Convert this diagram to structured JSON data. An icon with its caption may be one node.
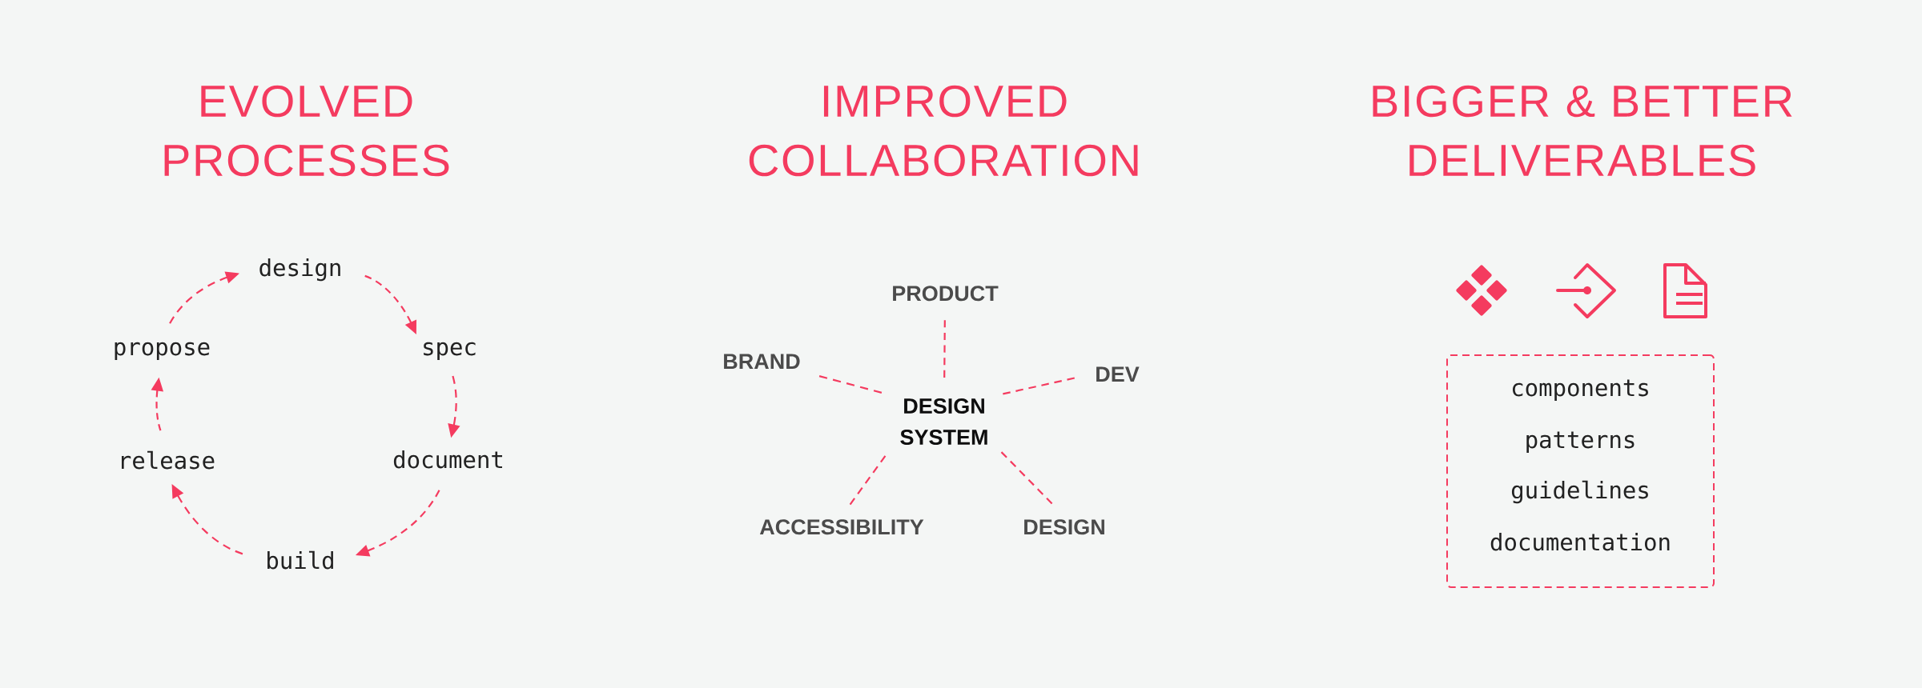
{
  "diagram": {
    "nodes": [
      {
        "text": [
          "design"
        ]
      },
      {
        "text": [
          "propose"
        ]
      },
      {
        "text": [
          "spec"
        ]
      },
      {
        "text": [
          "release"
        ]
      },
      {
        "text": [
          "document"
        ]
      },
      {
        "text": [
          "build"
        ]
      },
      {
        "text": [
          "PRODUCT"
        ]
      },
      {
        "text": [
          "BRAND"
        ]
      },
      {
        "text": [
          "DEV"
        ]
      },
      {
        "text": [
          "DESIGN SYSTEM"
        ]
      },
      {
        "text": [
          "ACCESSIBILITY"
        ]
      },
      {
        "text": [
          "DESIGN"
        ]
      },
      {
        "text": [],
        "shape": "box"
      },
      {
        "text": [
          "components"
        ],
        "in": 12
      },
      {
        "text": [
          "patterns"
        ],
        "in": 12
      },
      {
        "text": [
          "guidelines"
        ],
        "in": 12
      },
      {
        "text": [
          "documentation"
        ],
        "in": 12
      }
    ],
    "edges": [
      {
        "from": 0,
        "to": 2,
        "arrow": "to",
        "style": "dashed"
      },
      {
        "from": 2,
        "to": 4,
        "arrow": "to",
        "style": "dashed"
      },
      {
        "from": 4,
        "to": 5,
        "arrow": "to",
        "style": "dashed"
      },
      {
        "from": 5,
        "to": 3,
        "arrow": "to",
        "style": "dashed"
      },
      {
        "from": 3,
        "to": 1,
        "arrow": "to",
        "style": "dashed"
      },
      {
        "from": 1,
        "to": 0,
        "arrow": "to",
        "style": "dashed"
      },
      {
        "from": 9,
        "to": 6,
        "arrow": "none",
        "style": "dashed"
      },
      {
        "from": 9,
        "to": 7,
        "arrow": "none",
        "style": "dashed"
      },
      {
        "from": 9,
        "to": 8,
        "arrow": "none",
        "style": "dashed"
      },
      {
        "from": 9,
        "to": 10,
        "arrow": "none",
        "style": "dashed"
      },
      {
        "from": 9,
        "to": 11,
        "arrow": "none",
        "style": "dashed"
      }
    ],
    "labels": [
      "EVOLVED PROCESSES",
      "IMPROVED COLLABORATION",
      "BIGGER & BETTER DELIVERABLES"
    ]
  }
}
